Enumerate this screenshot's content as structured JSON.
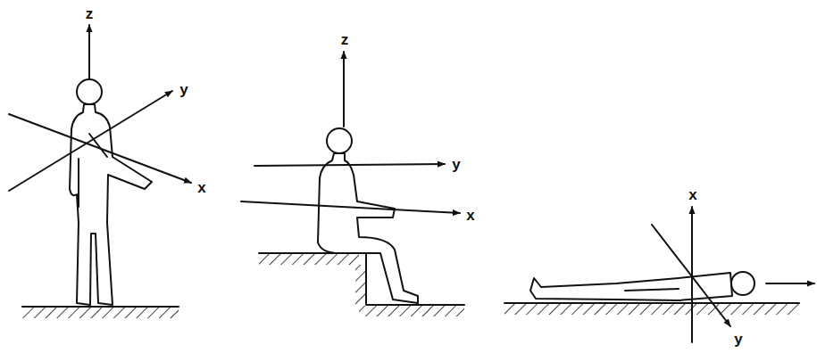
{
  "diagram": {
    "labels": [
      "z",
      "y",
      "x",
      "z",
      "y",
      "x",
      "x",
      "y"
    ]
  }
}
